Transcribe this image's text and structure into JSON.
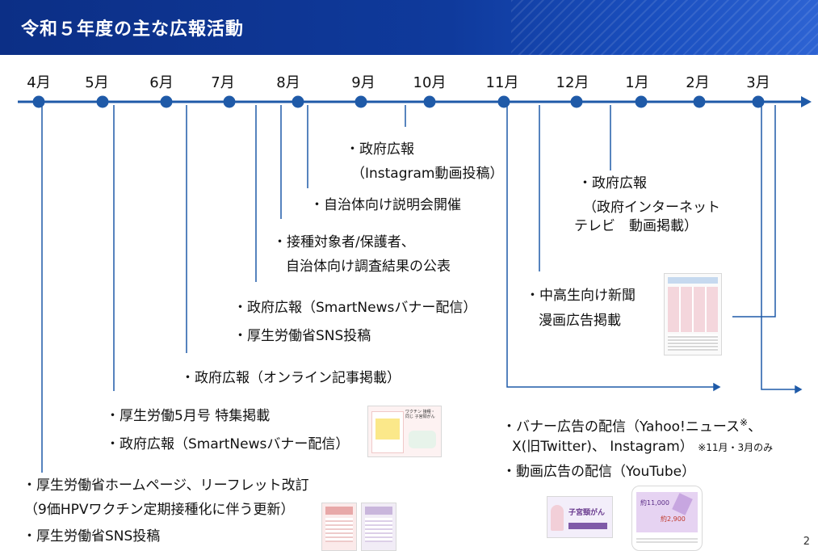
{
  "header": {
    "title": "令和５年度の主な広報活動"
  },
  "months": [
    "4月",
    "5月",
    "6月",
    "7月",
    "8月",
    "9月",
    "10月",
    "11月",
    "12月",
    "1月",
    "2月",
    "3月"
  ],
  "items": {
    "gov_instagram_1": "・政府広報",
    "gov_instagram_2": "（Instagram動画投稿）",
    "local_briefing": "・自治体向け説明会開催",
    "survey_1": "・接種対象者/保護者、",
    "survey_2": "自治体向け調査結果の公表",
    "smartnews_jul": "・政府広報（SmartNewsバナー配信）",
    "mhlw_sns_jul": "・厚生労働省SNS投稿",
    "online_article": "・政府広報（オンライン記事掲載）",
    "mhlw_may_1": "・厚生労働5月号 特集掲載",
    "smartnews_may": "・政府広報（SmartNewsバナー配信）",
    "homepage_1": "・厚生労働省ホームページ、リーフレット改訂",
    "homepage_2": "（9価HPVワクチン定期接種化に伴う更新）",
    "mhlw_sns_apr": "・厚生労働省SNS投稿",
    "internet_tv_1": "・政府広報",
    "internet_tv_2": "（政府インターネット",
    "internet_tv_3": "テレビ　動画掲載）",
    "newspaper_1": "・中高生向け新聞",
    "newspaper_2": "漫画広告掲載",
    "banner_1": "・バナー広告の配信（Yahoo!ニュース",
    "banner_mark": "※",
    "banner_1b": "、",
    "banner_2": "X(旧Twitter)、 Instagram）",
    "banner_note": "※11月・3月のみ",
    "video_ad": "・動画広告の配信（YouTube）"
  },
  "thumbs": {
    "mhlw_magazine": "ワクチン 接種・同じ 子宮頸がん",
    "ad_banner": "子宮頸がん",
    "phone_1": "約11,000",
    "phone_2": "約2,900"
  },
  "page_number": "2",
  "colors": {
    "header": "#0f3a9c",
    "timeline": "#1f5aa8",
    "dot": "#1f5aa8"
  }
}
